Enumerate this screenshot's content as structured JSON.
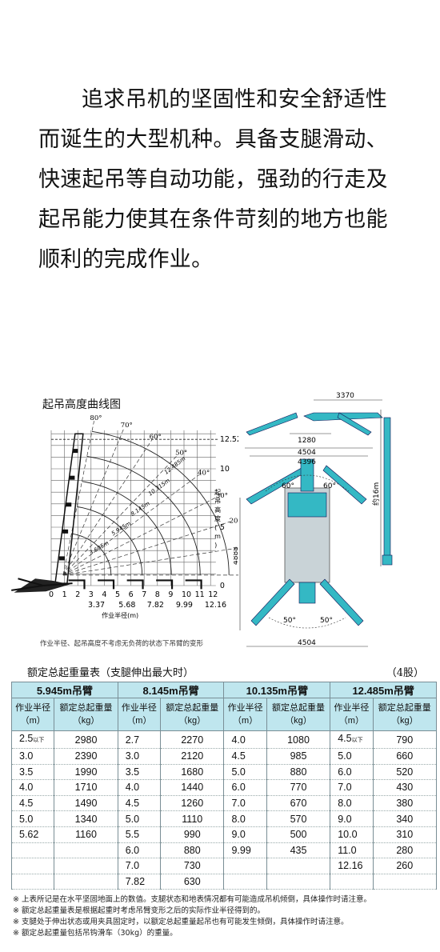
{
  "intro": {
    "text": "追求吊机的坚固性和安全舒适性而诞生的大型机种。具备支腿滑动、快速起吊等自动功能，强劲的行走及起吊能力使其在条件苛刻的地方也能顺利的完成作业。"
  },
  "curve_chart": {
    "title": "起吊高度曲线图",
    "x_axis_label": "作业半径(m)",
    "y_axis_label": "起吊高度(m)",
    "x_ticks": [
      "0",
      "1",
      "2",
      "3",
      "4",
      "5",
      "6",
      "7",
      "8",
      "9",
      "10",
      "11",
      "12"
    ],
    "x_ticks_extra": [
      "3.37",
      "5.68",
      "7.82",
      "9.99",
      "12.16"
    ],
    "y_ticks": [
      "0",
      "5",
      "10",
      "12.52"
    ],
    "angle_labels": [
      "80°",
      "70°",
      "60°",
      "50°",
      "40°",
      "30°",
      "20°",
      "10°",
      "0°"
    ],
    "boom_labels": [
      "12.485m",
      "10.315m",
      "8.145m",
      "5.945m",
      "3.605m"
    ],
    "note": "作业半径、起吊高度不考虑无负荷的状态下吊臂的变形"
  },
  "outrigger_diagram": {
    "dims": [
      "3370",
      "1280",
      "4504",
      "4396",
      "4888",
      "4504"
    ],
    "angles": [
      "60°",
      "60°",
      "50°",
      "50°"
    ],
    "vertical_label": "约16m"
  },
  "table": {
    "title": "额定总起重量表（支腿伸出最大时）",
    "unit": "（4股）",
    "booms": [
      "5.945m吊臂",
      "8.145m吊臂",
      "10.135m吊臂",
      "12.485m吊臂"
    ],
    "col_radius": "作业半径\n（m）",
    "col_load": "额定总起重量\n（kg）",
    "rows": [
      [
        "2.5以下",
        "2980",
        "2.7",
        "2270",
        "4.0",
        "1080",
        "4.5以下",
        "790"
      ],
      [
        "3.0",
        "2390",
        "3.0",
        "2120",
        "4.5",
        "985",
        "5.0",
        "660"
      ],
      [
        "3.5",
        "1990",
        "3.5",
        "1680",
        "5.0",
        "880",
        "6.0",
        "520"
      ],
      [
        "4.0",
        "1710",
        "4.0",
        "1440",
        "6.0",
        "770",
        "7.0",
        "430"
      ],
      [
        "4.5",
        "1490",
        "4.5",
        "1260",
        "7.0",
        "670",
        "8.0",
        "380"
      ],
      [
        "5.0",
        "1340",
        "5.0",
        "1110",
        "8.0",
        "570",
        "9.0",
        "340"
      ],
      [
        "5.62",
        "1160",
        "5.5",
        "990",
        "9.0",
        "500",
        "10.0",
        "310"
      ],
      [
        "",
        "",
        "6.0",
        "880",
        "9.99",
        "435",
        "11.0",
        "280"
      ],
      [
        "",
        "",
        "7.0",
        "730",
        "",
        "",
        "12.16",
        "260"
      ],
      [
        "",
        "",
        "7.82",
        "630",
        "",
        "",
        "",
        ""
      ]
    ]
  },
  "notes": [
    "※ 上表所记是在水平坚固地面上的数值。支腿状态和地表情况都有可能造成吊机倾倒，具体操作时请注意。",
    "※ 额定总起重量表是根据起重时考虑吊臂变形之后的实际作业半径得到的。",
    "※ 支腿处于伸出状态或用夹具固定时，以额定总起重量起吊也有可能发生倾倒，具体操作时请注意。",
    "※ 额定总起重量包括吊钩滑车（30kg）的重量。"
  ],
  "colors": {
    "header_bg": "#bfe6ee",
    "crane_color": "#34b8c4",
    "grid": "#555555"
  }
}
